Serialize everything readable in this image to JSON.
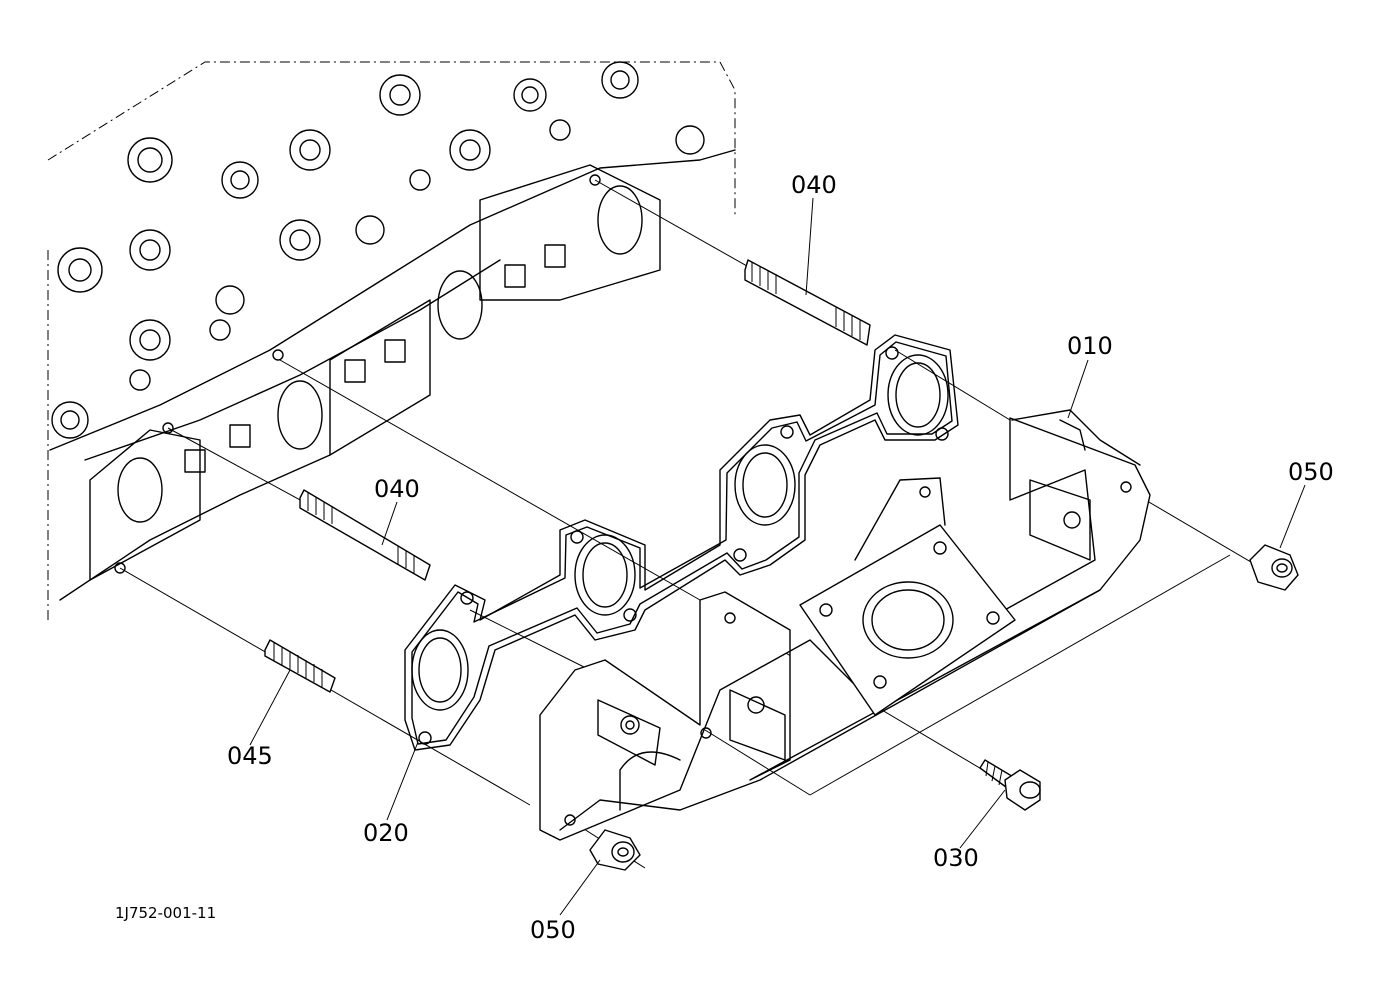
{
  "drawing": {
    "reference_code": "1J752-001-11"
  },
  "callouts": [
    {
      "id": "c1",
      "label": "040"
    },
    {
      "id": "c2",
      "label": "010"
    },
    {
      "id": "c3",
      "label": "050"
    },
    {
      "id": "c4",
      "label": "040"
    },
    {
      "id": "c5",
      "label": "045"
    },
    {
      "id": "c6",
      "label": "020"
    },
    {
      "id": "c7",
      "label": "030"
    },
    {
      "id": "c8",
      "label": "050"
    }
  ]
}
